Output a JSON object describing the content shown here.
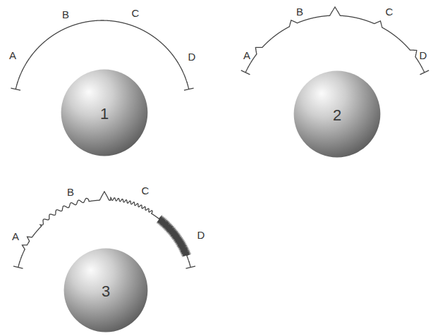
{
  "diagram": {
    "nodes": [
      {
        "text": [
          "1"
        ]
      },
      {
        "text": [
          "2"
        ]
      },
      {
        "text": [
          "3"
        ]
      }
    ],
    "labels": [
      "A",
      "B",
      "C",
      "D",
      "A",
      "B",
      "C",
      "D",
      "A",
      "B",
      "C",
      "D"
    ]
  }
}
